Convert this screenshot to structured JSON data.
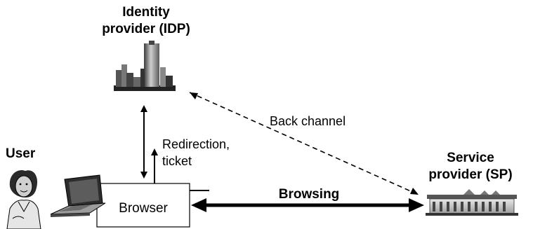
{
  "nodes": {
    "idp": {
      "title_line1": "Identity",
      "title_line2": "provider (IDP)"
    },
    "user": {
      "title": "User"
    },
    "browser": {
      "label": "Browser"
    },
    "sp": {
      "title_line1": "Service",
      "title_line2": "provider (SP)"
    }
  },
  "edges": {
    "back_channel": {
      "label": "Back channel",
      "style": "dashed"
    },
    "redirection": {
      "label_line1": "Redirection,",
      "label_line2": "ticket"
    },
    "browsing": {
      "label": "Browsing"
    }
  },
  "icons": {
    "idp": "city-skyline-icon",
    "user": "woman-user-icon",
    "laptop": "laptop-icon",
    "sp": "building-icon"
  }
}
